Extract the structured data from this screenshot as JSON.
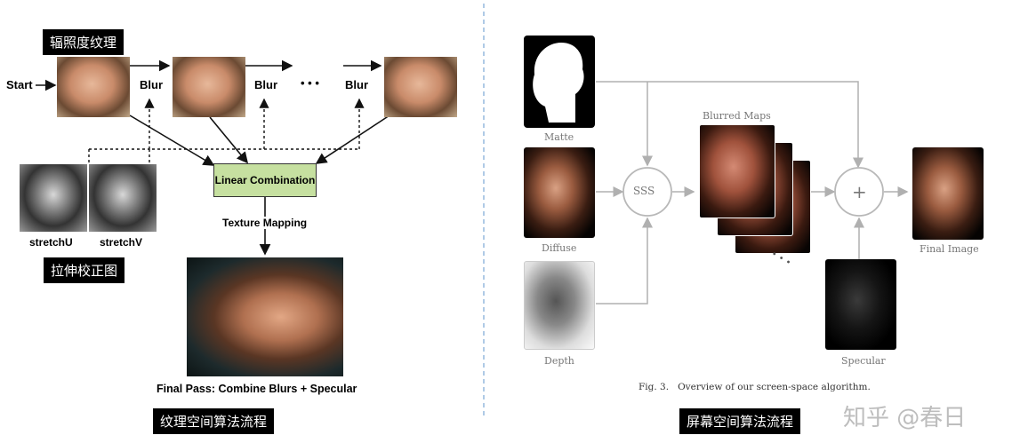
{
  "left": {
    "title_label": "辐照度纹理",
    "start": "Start",
    "blur": "Blur",
    "ellipsis": "• • •",
    "linear_combination": "Linear Combination",
    "texture_mapping": "Texture Mapping",
    "stretch_u": "stretchU",
    "stretch_v": "stretchV",
    "stretch_label": "拉伸校正图",
    "final_pass": "Final Pass: Combine Blurs + Specular",
    "caption": "纹理空间算法流程"
  },
  "right": {
    "matte": "Matte",
    "diffuse": "Diffuse",
    "depth": "Depth",
    "sss": "SSS",
    "blurred_maps": "Blurred Maps",
    "plus": "+",
    "final_image": "Final Image",
    "specular": "Specular",
    "fig_caption": "Fig. 3.   Overview of our screen-space algorithm.",
    "caption": "屏幕空间算法流程"
  },
  "watermark": "知乎 @春日",
  "colors": {
    "linear_box": "#c6e0a0",
    "divider": "#7aa6d6",
    "arrow_gray": "#b0b0b0"
  }
}
